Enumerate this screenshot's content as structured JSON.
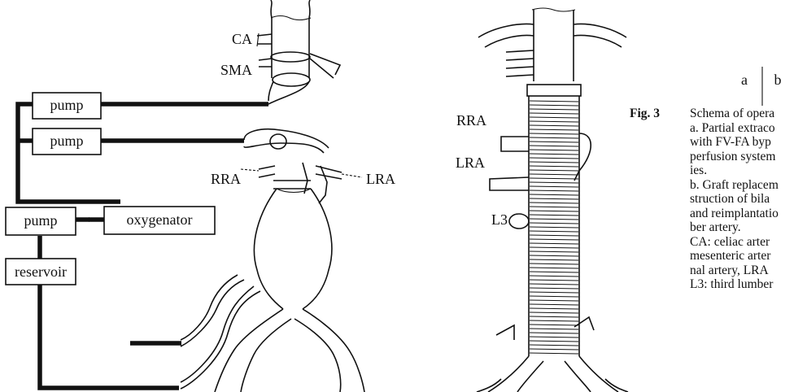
{
  "panel_labels": {
    "a": "a",
    "b": "b"
  },
  "panel_a": {
    "boxes": {
      "pump_top": "pump",
      "pump_mid": "pump",
      "pump_low": "pump",
      "oxygenator": "oxygenator",
      "reservoir": "reservoir"
    },
    "labels": {
      "ca": "CA",
      "sma": "SMA",
      "rra": "RRA",
      "lra": "LRA"
    }
  },
  "panel_b": {
    "labels": {
      "rra": "RRA",
      "lra": "LRA",
      "l3": "L3"
    }
  },
  "caption": {
    "fig_label": "Fig. 3",
    "lines": [
      "Schema of opera",
      "a. Partial extraco",
      "with FV-FA byp",
      "perfusion system",
      "ies.",
      "b. Graft replacem",
      "struction of bila",
      "and reimplantatio",
      "ber artery.",
      "CA: celiac arter",
      "mesenteric arter",
      "nal artery, LRA",
      "L3: third lumber"
    ]
  }
}
